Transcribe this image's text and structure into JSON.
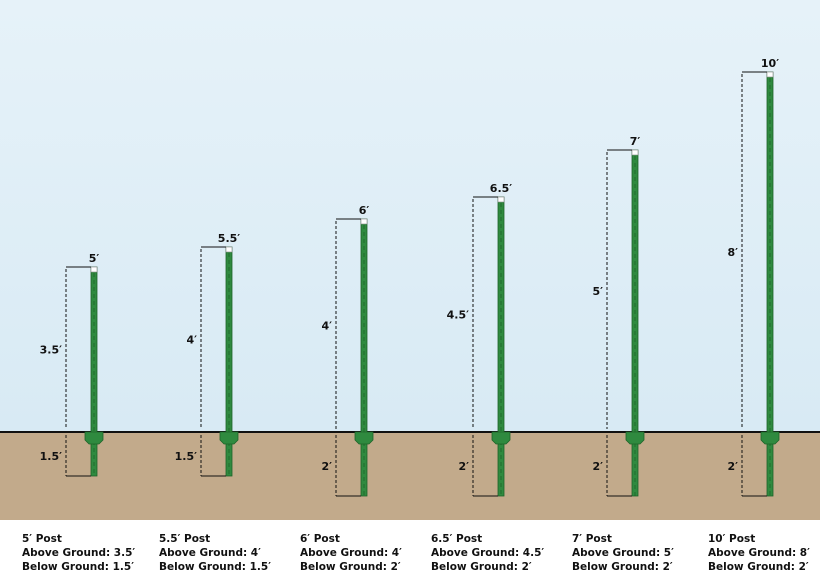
{
  "colors": {
    "sky_top": "#e6f2f9",
    "sky_bottom": "#d8eaf4",
    "ground": "#c2aa8b",
    "post": "#2f8a3f",
    "post_edge": "#1d6329",
    "ground_line": "#111111"
  },
  "posts": [
    {
      "height_label": "5′",
      "above_label": "3.5′",
      "below_label": "1.5′",
      "above_ft": 3.5,
      "below_ft": 1.5,
      "title": "5′ Post",
      "above_text": "Above Ground: 3.5′",
      "below_text": "Below Ground: 1.5′"
    },
    {
      "height_label": "5.5′",
      "above_label": "4′",
      "below_label": "1.5′",
      "above_ft": 4,
      "below_ft": 1.5,
      "title": "5.5′ Post",
      "above_text": "Above Ground: 4′",
      "below_text": "Below Ground: 1.5′"
    },
    {
      "height_label": "6′",
      "above_label": "4′",
      "below_label": "2′",
      "above_ft": 4,
      "below_ft": 2,
      "title": "6′ Post",
      "above_text": "Above Ground: 4′",
      "below_text": "Below Ground: 2′"
    },
    {
      "height_label": "6.5′",
      "above_label": "4.5′",
      "below_label": "2′",
      "above_ft": 4.5,
      "below_ft": 2,
      "title": "6.5′ Post",
      "above_text": "Above Ground: 4.5′",
      "below_text": "Below Ground: 2′"
    },
    {
      "height_label": "7′",
      "above_label": "5′",
      "below_label": "2′",
      "above_ft": 5,
      "below_ft": 2,
      "title": "7′ Post",
      "above_text": "Above Ground: 5′",
      "below_text": "Below Ground: 2′"
    },
    {
      "height_label": "10′",
      "above_label": "8′",
      "below_label": "2′",
      "above_ft": 8,
      "below_ft": 2,
      "title": "10′ Post",
      "above_text": "Above Ground: 8′",
      "below_text": "Below Ground: 2′"
    }
  ]
}
